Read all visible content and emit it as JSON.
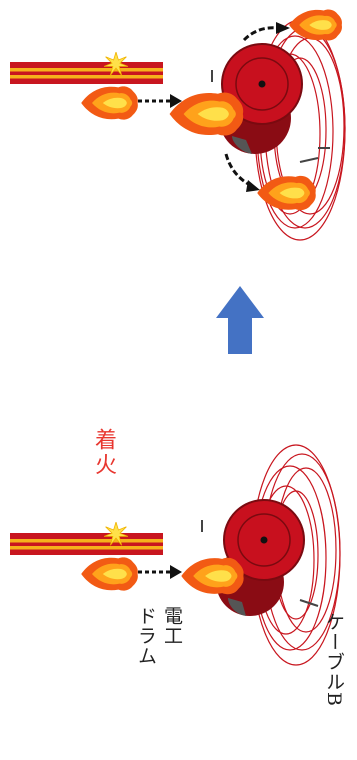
{
  "labels": {
    "ignition": "着火",
    "drum_line1": "電工",
    "drum_line2": "ドラム",
    "cable": "ケーブルB"
  },
  "colors": {
    "label_red": "#e8362f",
    "drum_red": "#c8101e",
    "wire_red": "#c8161f",
    "wire_yellow": "#f6b21b",
    "arrow_blue": "#4472c4",
    "flame_orange": "#f25a14",
    "flame_yellow": "#ffd21f"
  },
  "icons": [
    "flame-icon",
    "spark-icon",
    "cable-drum-icon",
    "arrow-up-icon"
  ]
}
